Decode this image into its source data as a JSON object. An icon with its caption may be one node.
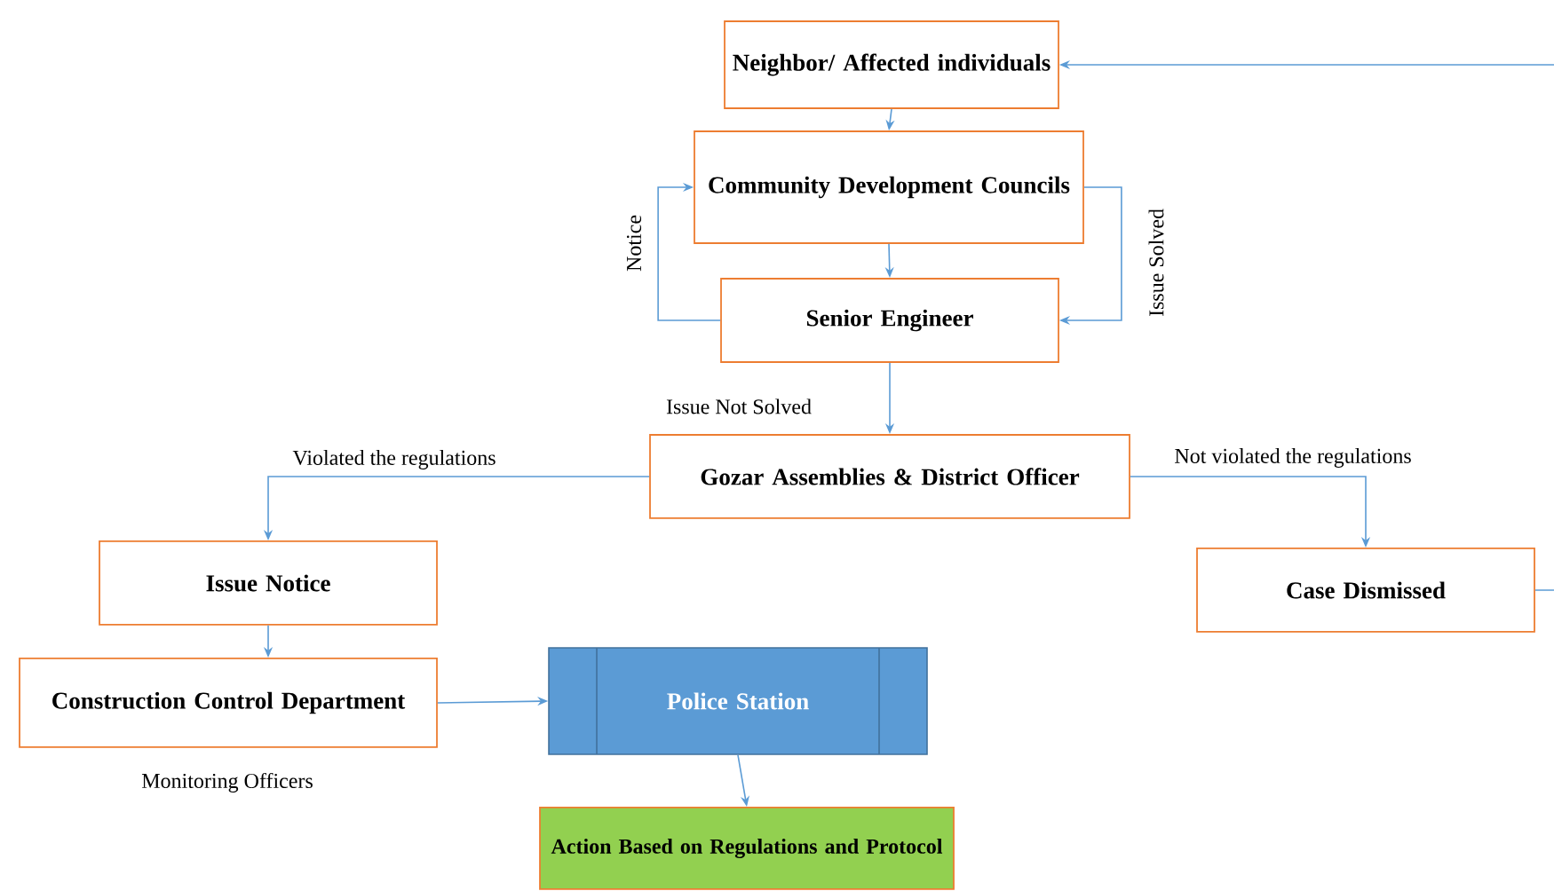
{
  "diagram": {
    "nodes": [
      {
        "text": [
          "Neighbor/ Affected individuals"
        ]
      },
      {
        "text": [
          "Community Development Councils"
        ]
      },
      {
        "text": [
          "Senior Engineer"
        ]
      },
      {
        "text": [
          "Gozar Assemblies & District Officer"
        ]
      },
      {
        "text": [
          "Issue Notice"
        ]
      },
      {
        "text": [
          "Case Dismissed"
        ]
      },
      {
        "text": [
          "Construction Control Department"
        ],
        "beside": [
          "Monitoring Officers"
        ]
      },
      {
        "text": [
          "Police Station"
        ]
      },
      {
        "text": [
          "Action Based on Regulations and Protocol"
        ]
      }
    ],
    "edges": [
      {
        "from": 0,
        "to": 1,
        "arrow": "to"
      },
      {
        "from": 1,
        "to": 2,
        "arrow": "to"
      },
      {
        "from": 2,
        "to": 1,
        "arrow": "to",
        "label": "Notice"
      },
      {
        "from": 1,
        "to": 2,
        "arrow": "to",
        "label": "Issue Solved"
      },
      {
        "from": 2,
        "to": 3,
        "arrow": "to",
        "label": "Issue Not Solved"
      },
      {
        "from": 3,
        "to": 4,
        "arrow": "to",
        "label": "Violated the regulations"
      },
      {
        "from": 3,
        "to": 5,
        "arrow": "to",
        "label": "Not violated the regulations"
      },
      {
        "from": 4,
        "to": 6,
        "arrow": "to"
      },
      {
        "from": 6,
        "to": 7,
        "arrow": "to"
      },
      {
        "from": 7,
        "to": 8,
        "arrow": "to"
      },
      {
        "from": 5,
        "to": null,
        "arrow": "none"
      },
      {
        "from": null,
        "to": 0,
        "arrow": "to"
      }
    ]
  }
}
